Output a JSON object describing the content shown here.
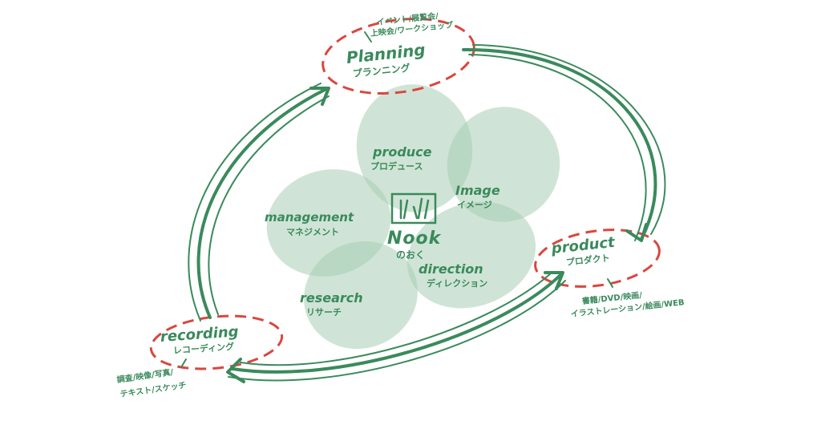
{
  "center": {
    "en": "Nook",
    "jp": "のおく"
  },
  "petals": [
    {
      "id": "produce",
      "en": "produce",
      "jp": "プロデュース"
    },
    {
      "id": "image",
      "en": "Image",
      "jp": "イメージ"
    },
    {
      "id": "management",
      "en": "management",
      "jp": "マネジメント"
    },
    {
      "id": "direction",
      "en": "direction",
      "jp": "ディレクション"
    },
    {
      "id": "research",
      "en": "research",
      "jp": "リサーチ"
    }
  ],
  "cycle": {
    "planning": {
      "en": "Planning",
      "jp": "プランニング",
      "notes": [
        "イベント/展覧会/",
        "上映会/ワークショップ"
      ]
    },
    "product": {
      "en": "product",
      "jp": "プロダクト",
      "notes": [
        "書籍/DVD/映画/",
        "イラストレーション/絵画/WEB"
      ]
    },
    "recording": {
      "en": "recording",
      "jp": "レコーディング",
      "notes": [
        "調査/映像/写真/",
        "テキスト/スケッチ"
      ]
    }
  },
  "colors": {
    "green": "#3a8a5c",
    "red_dash": "#d9473f",
    "petal": "#a8cdb5"
  }
}
